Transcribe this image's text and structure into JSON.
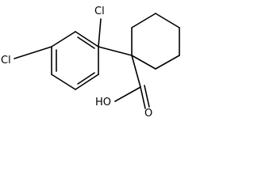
{
  "molecule": {
    "atoms": {
      "cl_top": "Cl",
      "cl_left": "Cl",
      "hydroxyl": "HO",
      "carbonyl_oxygen": "O"
    },
    "colors": {
      "bond": "#000000",
      "label": "#000000",
      "background": "#ffffff"
    }
  }
}
